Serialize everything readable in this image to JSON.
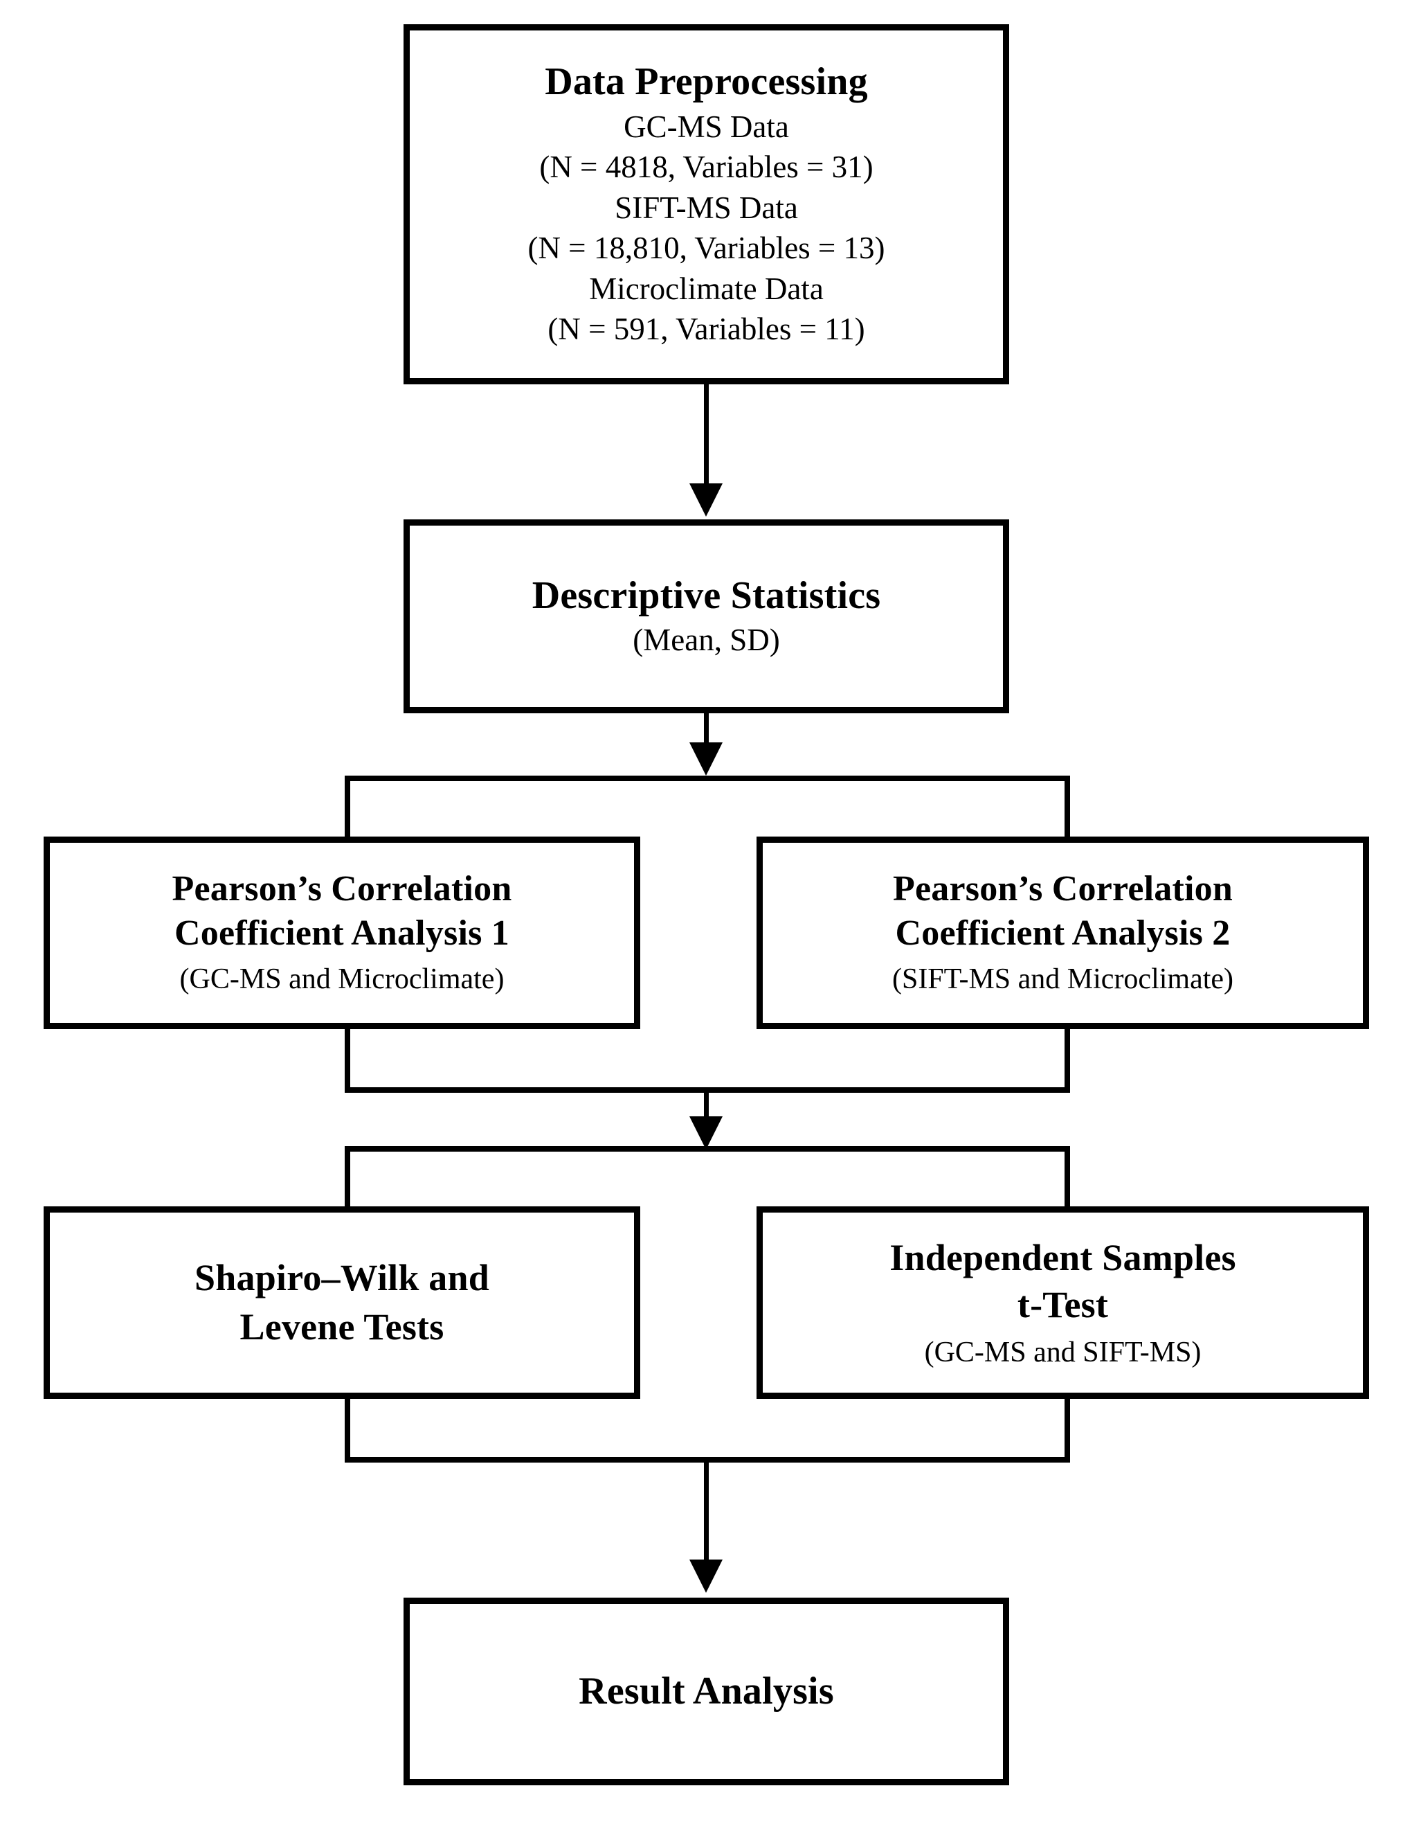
{
  "diagram": {
    "type": "flowchart",
    "orientation": "top-to-bottom",
    "background_color": "#ffffff",
    "line_color": "#000000",
    "text_color": "#000000",
    "nodes": [
      {
        "id": "preprocessing",
        "title": "Data Preprocessing",
        "lines": [
          "GC-MS Data",
          "(N = 4818, Variables = 31)",
          "SIFT-MS Data",
          "(N = 18,810, Variables = 13)",
          "Microclimate Data",
          "(N = 591, Variables = 11)"
        ],
        "subtext": "GC-MS Data\n(N = 4818, Variables = 31)\nSIFT-MS Data\n(N = 18,810, Variables = 13)\nMicroclimate Data\n(N = 591, Variables = 11)"
      },
      {
        "id": "descriptive",
        "title": "Descriptive Statistics",
        "subtext": "(Mean, SD)"
      },
      {
        "id": "pearson1",
        "title": "Pearson’s Correlation\nCoefficient Analysis 1",
        "subtext": "(GC-MS and Microclimate)"
      },
      {
        "id": "pearson2",
        "title": "Pearson’s Correlation\nCoefficient Analysis 2",
        "subtext": "(SIFT-MS and Microclimate)"
      },
      {
        "id": "shapiro_levene",
        "title": "Shapiro–Wilk and\nLevene Tests",
        "subtext": ""
      },
      {
        "id": "ttest",
        "title": "Independent Samples\nt-Test",
        "subtext": "(GC-MS and SIFT-MS)"
      },
      {
        "id": "result",
        "title": "Result Analysis",
        "subtext": ""
      }
    ],
    "edges": [
      {
        "from": "preprocessing",
        "to": "descriptive",
        "style": "arrow-down"
      },
      {
        "from": "descriptive",
        "to": "split-1",
        "style": "arrow-down"
      },
      {
        "from": "split-1",
        "to": "pearson1",
        "style": "line"
      },
      {
        "from": "split-1",
        "to": "pearson2",
        "style": "line"
      },
      {
        "from": "pearson1",
        "to": "merge-1",
        "style": "line"
      },
      {
        "from": "pearson2",
        "to": "merge-1",
        "style": "line"
      },
      {
        "from": "merge-1",
        "to": "split-2",
        "style": "arrow-down"
      },
      {
        "from": "split-2",
        "to": "shapiro_levene",
        "style": "line"
      },
      {
        "from": "split-2",
        "to": "ttest",
        "style": "line"
      },
      {
        "from": "shapiro_levene",
        "to": "merge-2",
        "style": "line"
      },
      {
        "from": "ttest",
        "to": "merge-2",
        "style": "line"
      },
      {
        "from": "merge-2",
        "to": "result",
        "style": "arrow-down"
      }
    ]
  },
  "nodes": {
    "preprocessing": {
      "title": "Data Preprocessing",
      "subtext": "GC-MS Data\n(N = 4818, Variables = 31)\nSIFT-MS Data\n(N = 18,810, Variables = 13)\nMicroclimate Data\n(N = 591, Variables = 11)"
    },
    "descriptive": {
      "title": "Descriptive Statistics",
      "subtext": "(Mean, SD)"
    },
    "pearson1": {
      "title": "Pearson’s Correlation\nCoefficient Analysis 1",
      "subtext": "(GC-MS and Microclimate)"
    },
    "pearson2": {
      "title": "Pearson’s Correlation\nCoefficient Analysis 2",
      "subtext": "(SIFT-MS and Microclimate)"
    },
    "shapiro_levene": {
      "title": "Shapiro–Wilk and\nLevene Tests",
      "subtext": ""
    },
    "ttest": {
      "title": "Independent Samples\nt-Test",
      "subtext": "(GC-MS and SIFT-MS)"
    },
    "result": {
      "title": "Result Analysis",
      "subtext": ""
    }
  }
}
